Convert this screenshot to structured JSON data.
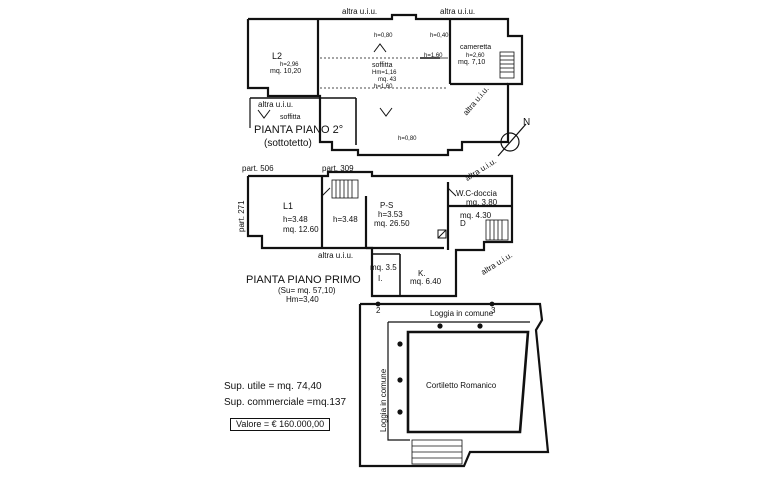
{
  "top_floor": {
    "title": "PIANTA PIANO 2°",
    "subtitle": "(sottotetto)",
    "neighbors": {
      "top_left": "altra u.i.u.",
      "top_right": "altra u.i.u.",
      "mid": "altra u.i.u.",
      "right": "altra u.i.u."
    },
    "rooms": {
      "l2": {
        "name": "L2",
        "h": "h=2,96",
        "area": "mq. 10,20"
      },
      "soffitta_main": {
        "name": "soffitta",
        "h": "Hm=1,16",
        "area": "mq. 43"
      },
      "cameretta": {
        "name": "cameretta",
        "h": "h=2,60",
        "area": "mq. 7,10"
      },
      "soffitta_low": {
        "name": "soffitta"
      }
    },
    "heights": [
      "h=0,80",
      "h=1,60",
      "h=1,60",
      "h=0,80",
      "h=0,40"
    ]
  },
  "first_floor": {
    "title": "PIANTA PIANO PRIMO",
    "su": "(Su= mq. 57,10)",
    "hm": "Hm=3,40",
    "parts": {
      "p506": "part. 506",
      "p309": "part. 309",
      "p271": "part. 271"
    },
    "neighbors": {
      "right_top": "altra u.i.u.",
      "bottom": "altra u.i.u.",
      "right_bottom": "altra u.i.u."
    },
    "rooms": {
      "l1": {
        "name": "L1",
        "h": "h=3.48",
        "area": "mq. 12.60"
      },
      "corridor": {
        "h": "h=3.48"
      },
      "ps": {
        "name": "P-S",
        "h": "h=3.53",
        "area": "mq. 26.50"
      },
      "wc": {
        "name": "W.C-doccia",
        "area": "mq. 3.80"
      },
      "d": {
        "name": "D",
        "area": "mq. 4.30"
      },
      "i": {
        "name": "I.",
        "area": "mq. 3.5"
      },
      "k": {
        "name": "K.",
        "area": "mq. 6.40"
      }
    }
  },
  "courtyard": {
    "loggia_top": "Loggia in comune",
    "loggia_left": "Loggia in comune",
    "name": "Cortiletto Romanico",
    "markers": [
      "2",
      "3"
    ]
  },
  "summary": {
    "sup_utile": "Sup. utile = mq. 74,40",
    "sup_commerciale": "Sup. commerciale =mq.137",
    "valore": "Valore = € 160.000,00"
  },
  "compass": {
    "label": "N"
  }
}
